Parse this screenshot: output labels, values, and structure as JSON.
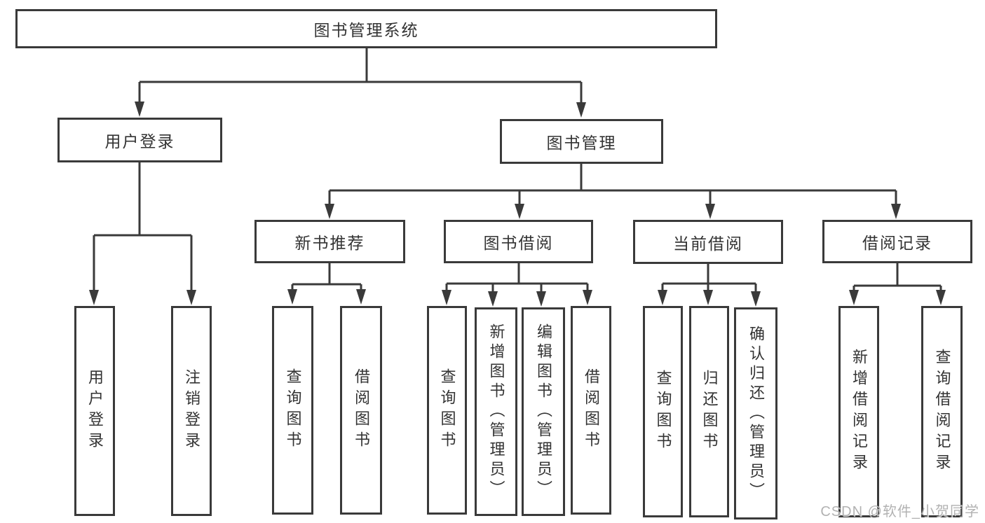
{
  "diagram": {
    "root": {
      "label": "图书管理系统"
    },
    "level2": [
      {
        "label": "用户登录"
      },
      {
        "label": "图书管理"
      }
    ],
    "level3": [
      {
        "label": "新书推荐"
      },
      {
        "label": "图书借阅"
      },
      {
        "label": "当前借阅"
      },
      {
        "label": "借阅记录"
      }
    ],
    "leaves": {
      "user_login": [
        "用户登录",
        "注销登录"
      ],
      "new_book": [
        "查询图书",
        "借阅图书"
      ],
      "book_borrow": [
        "查询图书",
        "新增图书（管理员）",
        "编辑图书（管理员）",
        "借阅图书"
      ],
      "current_borrow": [
        "查询图书",
        "归还图书",
        "确认归还（管理员）"
      ],
      "borrow_record": [
        "新增借阅记录",
        "查询借阅记录"
      ]
    },
    "colors": {
      "line": "#3a3a3a",
      "text": "#333333",
      "watermark": "#aaaaaa",
      "background": "#ffffff"
    },
    "watermark": "CSDN @软件_小贺同学"
  }
}
